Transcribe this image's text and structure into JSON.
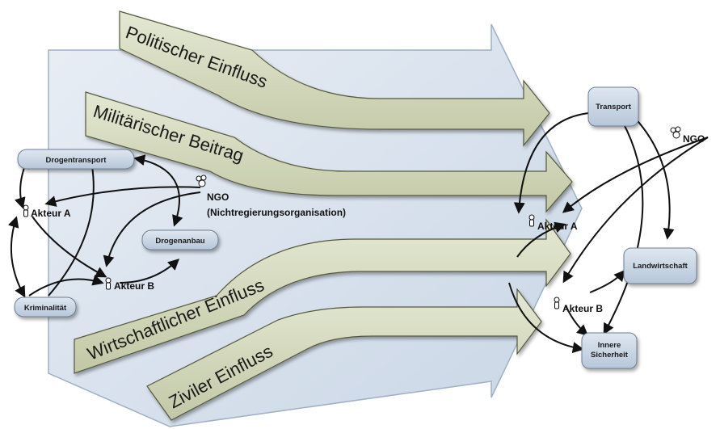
{
  "bands": {
    "politisch": "Politischer Einfluss",
    "militaerisch": "Militärischer Beitrag",
    "wirtschaftlich": "Wirtschaftlicher Einfluss",
    "zivil": "Ziviler Einfluss"
  },
  "left_cluster": {
    "drogentransport": "Drogentransport",
    "drogenanbau": "Drogenanbau",
    "kriminalitaet": "Kriminalität",
    "akteur_a": "Akteur A",
    "akteur_b": "Akteur B",
    "ngo": "NGO",
    "ngo_long": "(Nichtregierungsorganisation)"
  },
  "right_cluster": {
    "transport": "Transport",
    "landwirtschaft": "Landwirtschaft",
    "innere_line1": "Innere",
    "innere_line2": "Sicherheit",
    "akteur_a": "Akteur A",
    "akteur_b": "Akteur B",
    "ngo": "NGO"
  },
  "colors": {
    "big_arrow": "#dde6f0",
    "band_fill": "#d4d9bf",
    "node_fill": "#c6d3e2",
    "line": "#111111"
  }
}
